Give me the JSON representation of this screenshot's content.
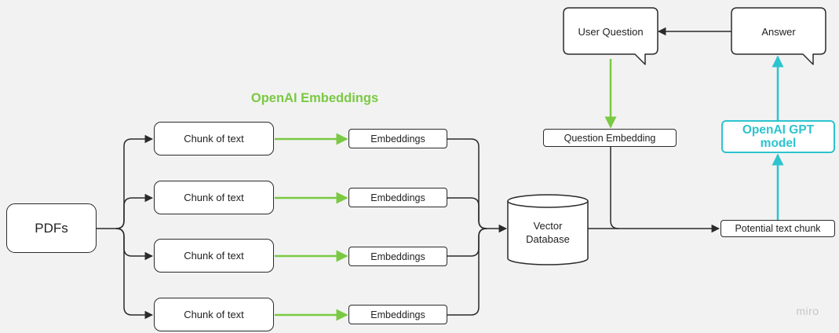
{
  "source": {
    "label": "PDFs"
  },
  "chunks": [
    {
      "label": "Chunk of text"
    },
    {
      "label": "Chunk of text"
    },
    {
      "label": "Chunk of text"
    },
    {
      "label": "Chunk of text"
    }
  ],
  "embedding_nodes": [
    {
      "label": "Embeddings"
    },
    {
      "label": "Embeddings"
    },
    {
      "label": "Embeddings"
    },
    {
      "label": "Embeddings"
    }
  ],
  "embedding_group_title": "OpenAI Embeddings",
  "vector_db": {
    "label_line1": "Vector",
    "label_line2": "Database"
  },
  "user_question": {
    "label": "User Question"
  },
  "question_embedding": {
    "label": "Question Embedding"
  },
  "potential_chunk": {
    "label": "Potential text chunk"
  },
  "gpt_model": {
    "label_line1": "OpenAI GPT",
    "label_line2": "model"
  },
  "answer": {
    "label": "Answer"
  },
  "watermark": "miro",
  "colors": {
    "background": "#f2f2f2",
    "line": "#2a2a2a",
    "green": "#7ac943",
    "cyan": "#2cc4cf",
    "watermark": "#c6c6c6"
  }
}
